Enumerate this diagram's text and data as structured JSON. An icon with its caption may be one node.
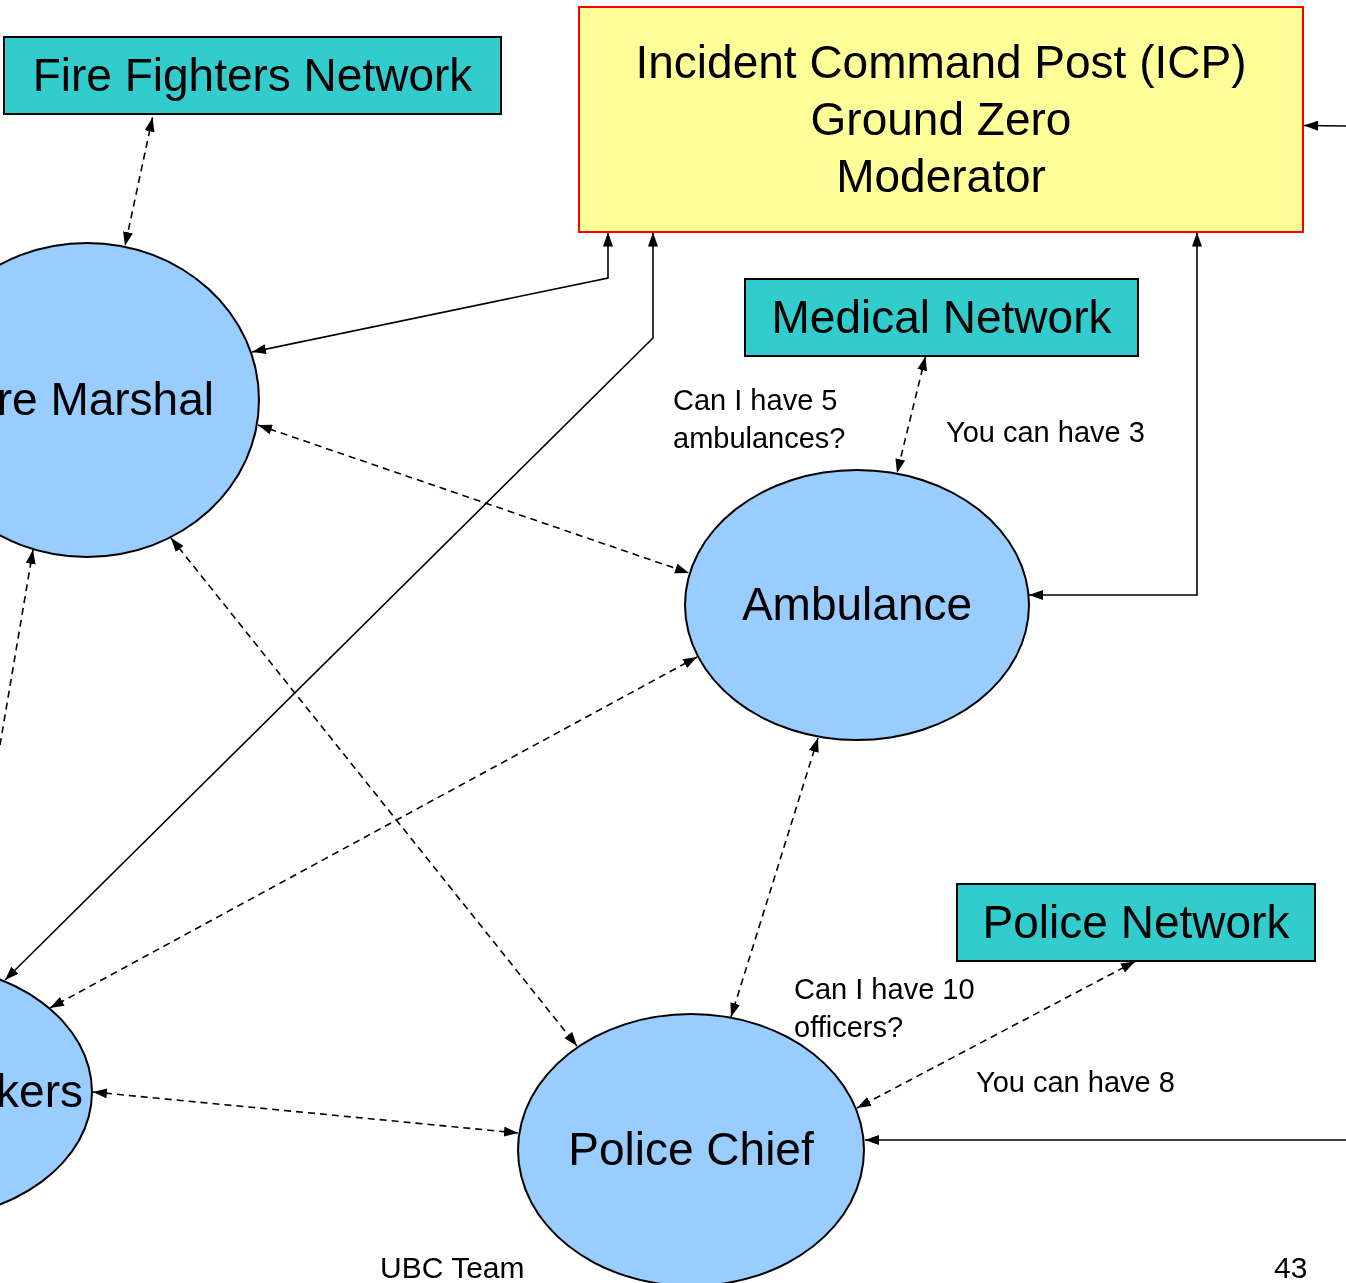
{
  "diagram": {
    "nodes": [
      {
        "text": [
          "Fire Fighters Network"
        ]
      },
      {
        "text": [
          "Incident Command Post (ICP)",
          "Ground Zero",
          "Moderator"
        ]
      },
      {
        "text": [
          "Medical Network"
        ]
      },
      {
        "text": [
          "re Marshal"
        ]
      },
      {
        "text": [
          "Ambulance"
        ]
      },
      {
        "text": [
          "Police Network"
        ]
      },
      {
        "text": [
          "kers"
        ]
      },
      {
        "text": [
          "Police Chief"
        ]
      }
    ],
    "edges": [
      {
        "from": 0,
        "to": 3,
        "arrow": "both",
        "style": "dashed"
      },
      {
        "from": 3,
        "to": 1,
        "arrow": "both"
      },
      {
        "from": 6,
        "to": 1,
        "arrow": "both"
      },
      {
        "from": null,
        "to": 1,
        "arrow": "to"
      },
      {
        "from": 3,
        "to": 4,
        "arrow": "both",
        "style": "dashed"
      },
      {
        "from": 2,
        "to": 4,
        "arrow": "both",
        "style": "dashed"
      },
      {
        "from": 4,
        "to": 1,
        "arrow": "both"
      },
      {
        "from": 3,
        "to": 7,
        "arrow": "both",
        "style": "dashed"
      },
      {
        "from": null,
        "to": 3,
        "arrow": "to",
        "style": "dashed"
      },
      {
        "from": 4,
        "to": 6,
        "arrow": "both",
        "style": "dashed"
      },
      {
        "from": 4,
        "to": 7,
        "arrow": "both",
        "style": "dashed"
      },
      {
        "from": 6,
        "to": 7,
        "arrow": "both",
        "style": "dashed"
      },
      {
        "from": 5,
        "to": 7,
        "arrow": "both",
        "style": "dashed"
      },
      {
        "from": null,
        "to": 7,
        "arrow": "to"
      }
    ],
    "labels": [
      "Can I have 5 ambulances?",
      "You can have 3",
      "Can I have 10 officers?",
      "You can have 8",
      "UBC Team",
      "43"
    ]
  }
}
